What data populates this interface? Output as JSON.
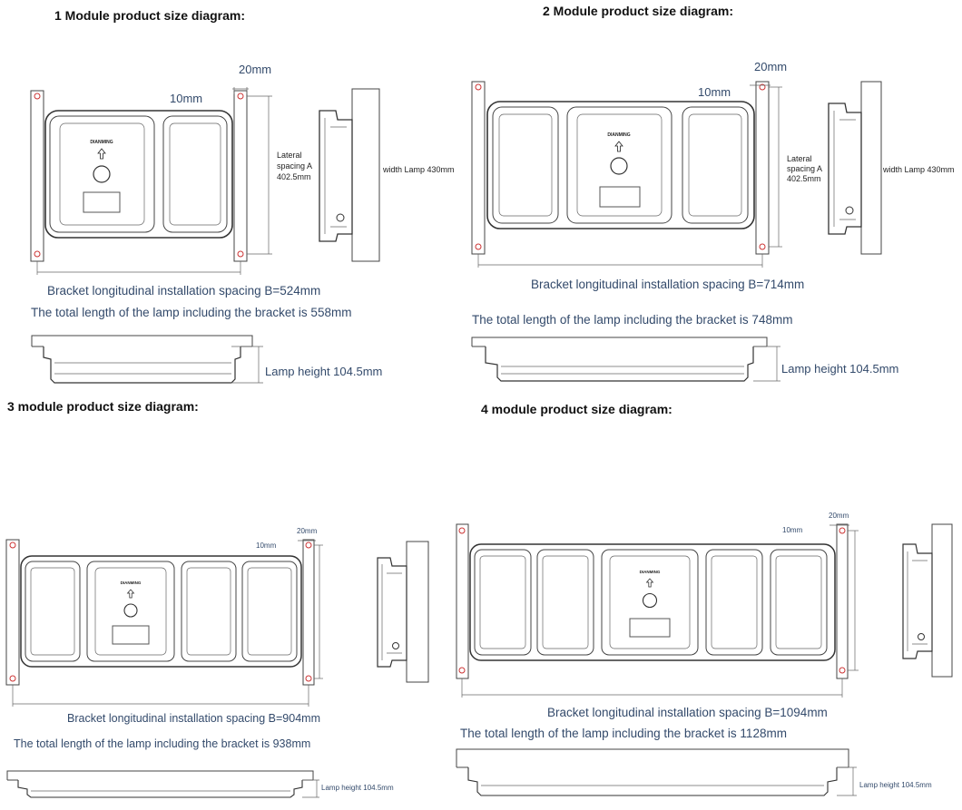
{
  "modules": [
    {
      "title": "1 Module product size diagram:",
      "gap_label": "10mm",
      "bracket_width_label": "20mm",
      "lateral_label": [
        "Lateral",
        "spacing A",
        "402.5mm"
      ],
      "width_label": "width Lamp 430mm",
      "bracket_spacing_label": "Bracket longitudinal installation spacing B=524mm",
      "total_length_label": "The total length of the lamp including the bracket is 558mm",
      "height_label": "Lamp height 104.5mm",
      "logo_text": "DIANMING"
    },
    {
      "title": "2 Module product size diagram:",
      "gap_label": "10mm",
      "bracket_width_label": "20mm",
      "lateral_label": [
        "Lateral",
        "spacing A",
        "402.5mm"
      ],
      "width_label": "width Lamp 430mm",
      "bracket_spacing_label": "Bracket longitudinal installation spacing B=714mm",
      "total_length_label": "The total length of the lamp including the bracket is 748mm",
      "height_label": "Lamp height 104.5mm",
      "logo_text": "DIANMING"
    },
    {
      "title": "3 module product size diagram:",
      "gap_label": "10mm",
      "bracket_width_label": "20mm",
      "bracket_spacing_label": "Bracket longitudinal installation spacing B=904mm",
      "total_length_label": "The total length of the lamp including the bracket is 938mm",
      "height_label": "Lamp height 104.5mm",
      "logo_text": "DIANMING"
    },
    {
      "title": "4 module product size diagram:",
      "gap_label": "10mm",
      "bracket_width_label": "20mm",
      "bracket_spacing_label": "Bracket longitudinal installation spacing B=1094mm",
      "total_length_label": "The total length of the lamp including the bracket is 1128mm",
      "height_label": "Lamp height 104.5mm",
      "logo_text": "DIANMING"
    }
  ]
}
